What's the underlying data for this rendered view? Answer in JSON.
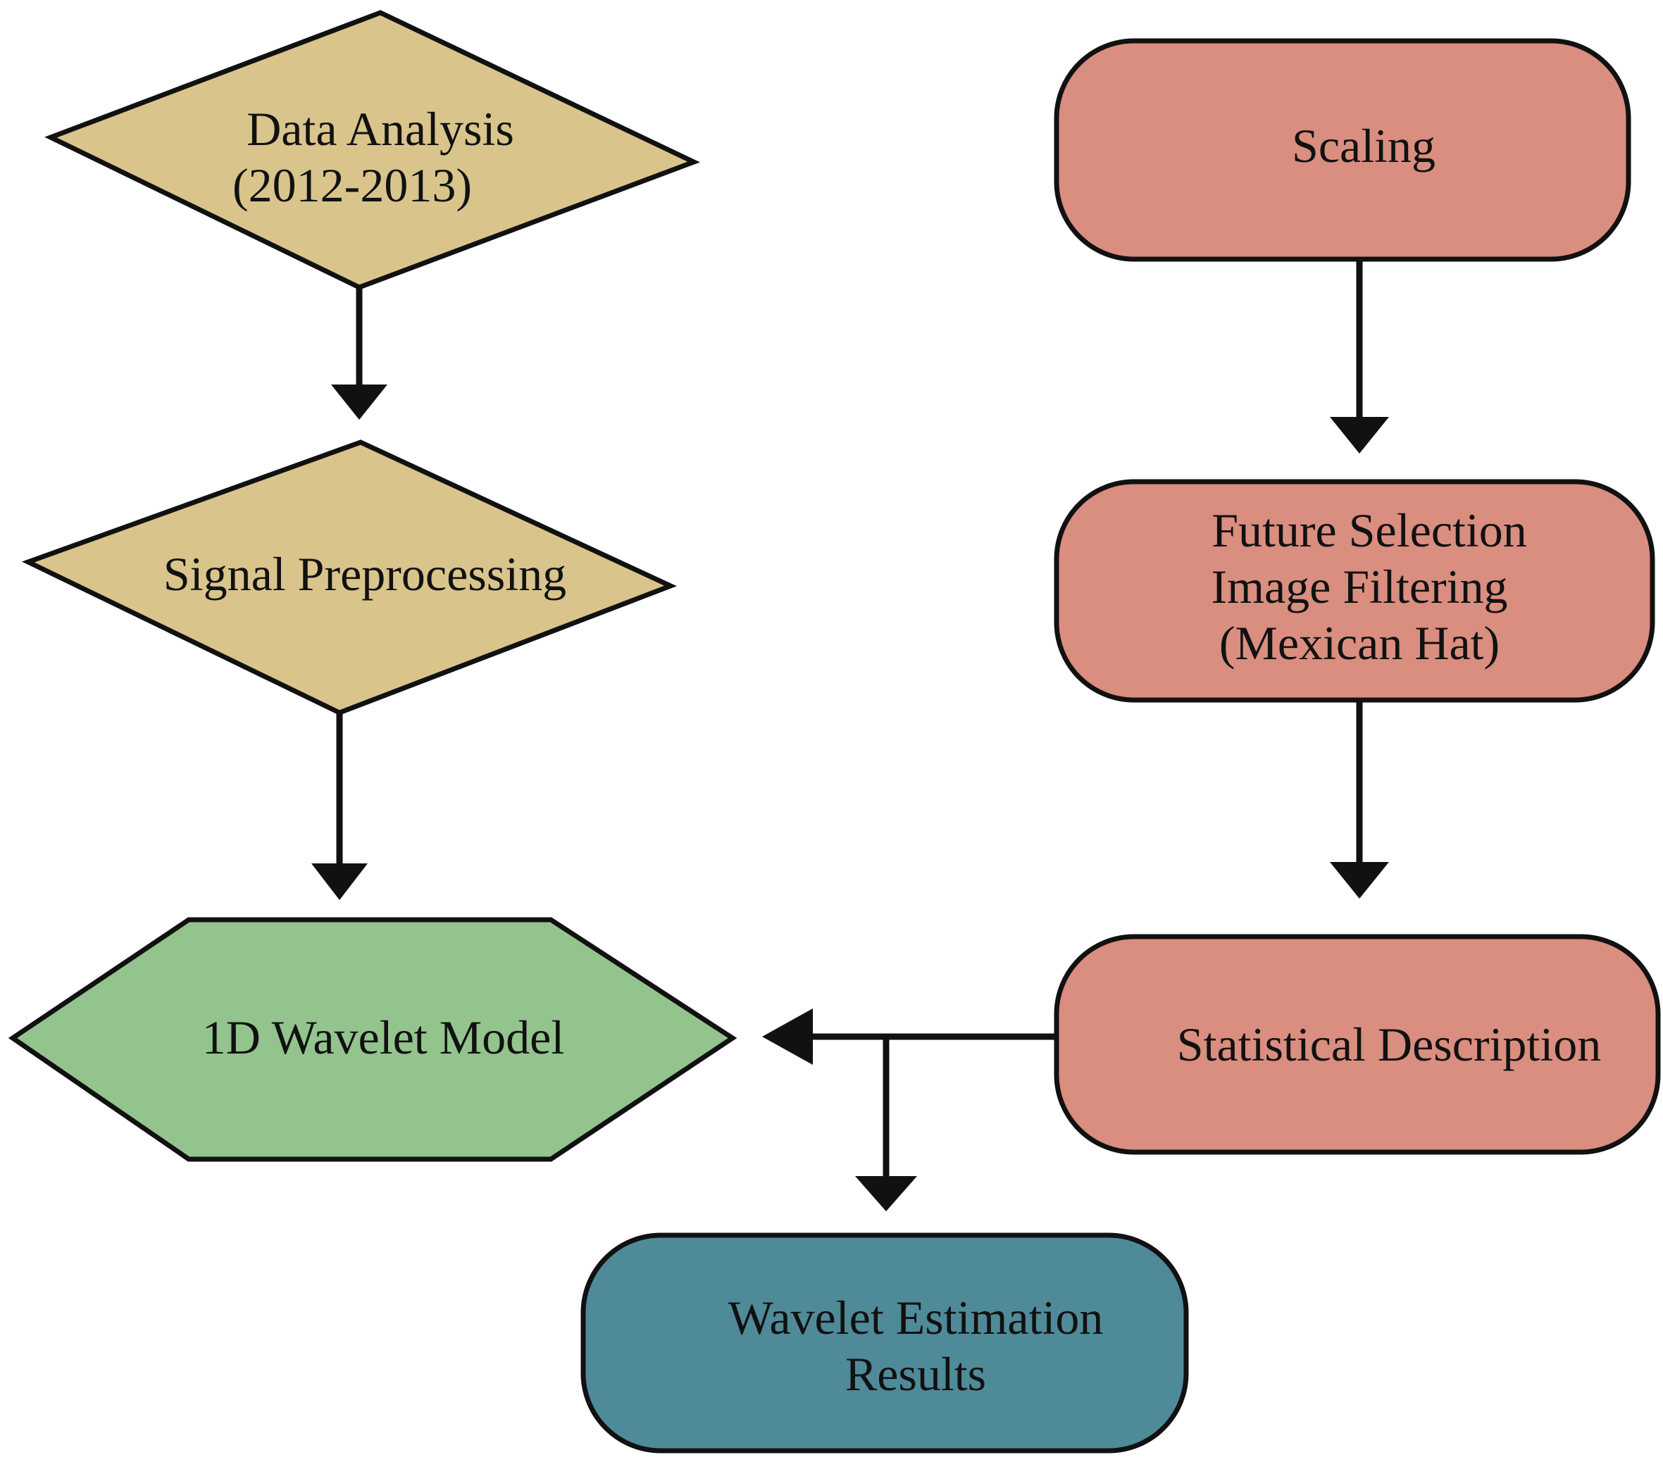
{
  "nodes": {
    "data_analysis": {
      "line1": "Data Analysis",
      "line2": "(2012-2013)",
      "shape": "diamond",
      "fill": "#d9c48c"
    },
    "signal_preprocessing": {
      "line1": "Signal Preprocessing",
      "shape": "diamond",
      "fill": "#d9c48c"
    },
    "wavelet_model": {
      "line1": "1D Wavelet Model",
      "shape": "hexagon",
      "fill": "#93c48d"
    },
    "scaling": {
      "line1": "Scaling",
      "shape": "rounded-rectangle",
      "fill": "#d98e80"
    },
    "future_selection": {
      "line1": "Future Selection",
      "line2": "Image Filtering",
      "line3": "(Mexican Hat)",
      "shape": "rounded-rectangle",
      "fill": "#d98e80"
    },
    "statistical_description": {
      "line1": "Statistical Description",
      "shape": "rounded-rectangle",
      "fill": "#d98e80"
    },
    "wavelet_estimation": {
      "line1": "Wavelet Estimation",
      "line2": "Results",
      "shape": "rounded-rectangle",
      "fill": "#4f8a99"
    }
  },
  "edges": [
    {
      "from": "data_analysis",
      "to": "signal_preprocessing"
    },
    {
      "from": "signal_preprocessing",
      "to": "wavelet_model"
    },
    {
      "from": "scaling",
      "to": "future_selection"
    },
    {
      "from": "future_selection",
      "to": "statistical_description"
    },
    {
      "from": "statistical_description",
      "to": "wavelet_model"
    },
    {
      "from": "statistical_description",
      "to": "wavelet_estimation"
    }
  ]
}
